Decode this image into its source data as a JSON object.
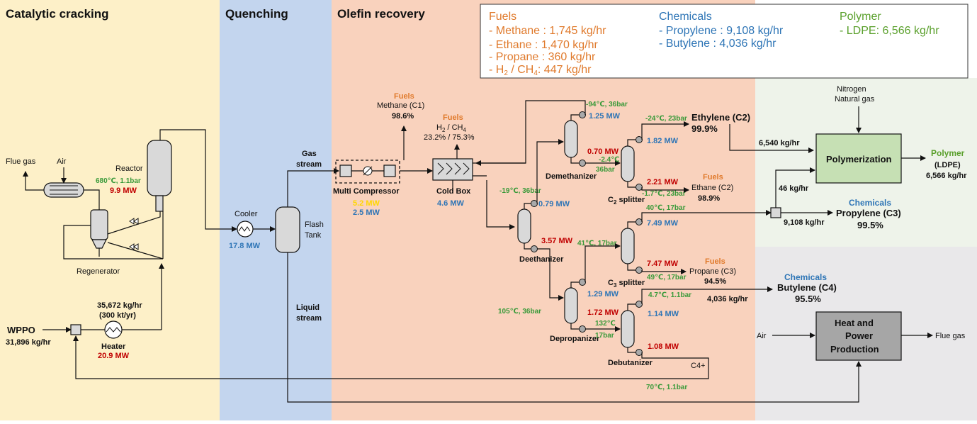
{
  "sections": {
    "catalytic_cracking": "Catalytic cracking",
    "quenching": "Quenching",
    "olefin_recovery": "Olefin recovery"
  },
  "legend": {
    "fuels_title": "Fuels",
    "fuels": [
      "- Methane : 1,745 kg/hr",
      "- Ethane : 1,470 kg/hr",
      "- Propane : 360 kg/hr"
    ],
    "fuels_h2_prefix": "- H",
    "fuels_h2_sub": "2",
    "fuels_h2_mid": " / CH",
    "fuels_h2_sub2": "4",
    "fuels_h2_suffix": ": 447 kg/hr",
    "chemicals_title": "Chemicals",
    "chemicals": [
      "- Propylene : 9,108 kg/hr",
      "- Butylene : 4,036 kg/hr"
    ],
    "polymer_title": "Polymer",
    "polymer": [
      "- LDPE: 6,566 kg/hr"
    ]
  },
  "cracking": {
    "flue_gas": "Flue gas",
    "air": "Air",
    "reactor": "Reactor",
    "reactor_cond": "680℃, 1.1bar",
    "reactor_mw": "9.9 MW",
    "regenerator": "Regenerator",
    "feed_flow": "35,672 kg/hr",
    "feed_cap": "(300 kt/yr)",
    "wppo": "WPPO",
    "wppo_flow": "31,896 kg/hr",
    "heater": "Heater",
    "heater_mw": "20.9 MW"
  },
  "quench": {
    "cooler": "Cooler",
    "cooler_mw": "17.8 MW",
    "flash": "Flash",
    "tank": "Tank",
    "gas": "Gas",
    "gas2": "stream",
    "liquid": "Liquid",
    "liquid2": "stream"
  },
  "olefin": {
    "compressor": "Multi Compressor",
    "comp_mw1": "5.2 MW",
    "comp_mw2": "2.5 MW",
    "cold_box": "Cold Box",
    "cold_box_mw": "4.6 MW",
    "fuels": "Fuels",
    "methane": "Methane (C1)",
    "methane_pct": "98.6%",
    "h2_label": "H",
    "h2_sub": "2",
    "h2_mid": " / CH",
    "h2_sub2": "4",
    "h2_pct": "23.2% / 75.3%",
    "deethanizer": "Deethanizer",
    "deeth_cond": "-19℃, 36bar",
    "deeth_mw_top": "0.79 MW",
    "deeth_mw_bot": "3.57 MW",
    "demethanizer": "Demethanizer",
    "demeth_cond": "-94℃, 36bar",
    "demeth_mw_top": "1.25 MW",
    "demeth_mw_bot": "0.70 MW",
    "c2_cond_top": "-24℃, 23bar",
    "c2_cond_left1": "-2.4℃",
    "c2_cond_left2": "36bar",
    "c2_mw_top": "1.82 MW",
    "c2_mw_bot": "2.21 MW",
    "c2_cond_bot": "-1.7℃, 23bar",
    "c2_splitter": "C2 splitter",
    "ethylene": "Ethylene (C2)",
    "ethylene_pct": "99.9%",
    "ethane": "Ethane (C2)",
    "ethane_pct": "98.9%",
    "c3_cond_top": "40℃, 17bar",
    "c3_mw_top": "7.49 MW",
    "c3_mw_bot": "7.47 MW",
    "c3_cond_bot": "49℃, 17bar",
    "c3_cond_left": "41℃, 17bar",
    "c3_splitter": "C3 splitter",
    "propane": "Propane (C3)",
    "propane_pct": "94.5%",
    "depropanizer": "Depropanizer",
    "deprop_cond": "105℃, 36bar",
    "deprop_mw_top": "1.29 MW",
    "deprop_mw_bot": "1.72 MW",
    "deprop_cond2a": "132℃",
    "deprop_cond2b": "17bar",
    "debut_cond_top": "4.7℃, 1.1bar",
    "debut_mw_top": "1.14 MW",
    "debut_mw_bot": "1.08 MW",
    "debutanizer": "Debutanizer",
    "c4plus": "C4+",
    "debut_cond_bot": "70℃, 1.1bar"
  },
  "right": {
    "ethylene_flow": "6,540 kg/hr",
    "nitrogen": "Nitrogen",
    "natural_gas": "Natural gas",
    "polymerization": "Polymerization",
    "polymer": "Polymer",
    "ldpe": "(LDPE)",
    "ldpe_flow": "6,566 kg/hr",
    "recycle": "46 kg/hr",
    "chemicals": "Chemicals",
    "propylene": "Propylene (C3)",
    "propylene_pct": "99.5%",
    "propylene_flow": "9,108 kg/hr",
    "butylene": "Butylene (C4)",
    "butylene_pct": "95.5%",
    "butylene_flow": "4,036 kg/hr",
    "air": "Air",
    "heat1": "Heat and",
    "heat2": "Power",
    "heat3": "Production",
    "flue_gas": "Flue gas"
  },
  "colors": {
    "cracking_bg": "#fdf0c8",
    "quench_bg": "#c3d5ee",
    "olefin_bg": "#f9d2bd",
    "polymer_bg": "#eef3ea",
    "hpp_bg": "#e9e8ea"
  }
}
